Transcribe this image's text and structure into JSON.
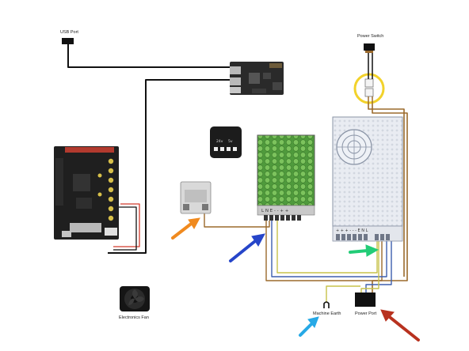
{
  "labels": {
    "usb_port": "USB Port",
    "power_switch": "Power Switch",
    "electronics_fan": "Electronics Fan",
    "machine_earth": "Machine Earth",
    "power_port": "Power Port"
  },
  "psu_small": {
    "terminals": "L N E - - + +",
    "tag": "+ +"
  },
  "psu_large": {
    "terminals": "+ + + - - -  E N L"
  },
  "relay_module": {
    "label_1": "24v",
    "label_2": "5v"
  },
  "colors": {
    "wire_black": "#111111",
    "wire_brown": "#9b6a2c",
    "wire_blue": "#3d5fae",
    "wire_yellow_green": "#c7c24a",
    "wire_red": "#d23b2c",
    "psu_green": "#5aa544",
    "board_dark": "#1f1f1f",
    "arrow_orange": "#f08a1f",
    "arrow_blue": "#2645c9",
    "arrow_green": "#22cc77",
    "arrow_cyan": "#27a9e6",
    "arrow_red": "#b8321f",
    "switch_highlight": "#f2d22b"
  }
}
